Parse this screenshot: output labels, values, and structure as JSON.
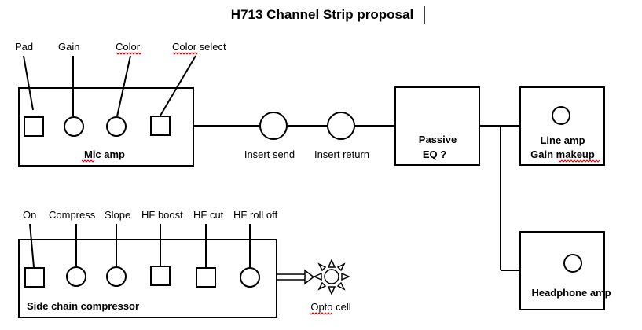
{
  "title": "H713 Channel Strip proposal",
  "mic_amp": {
    "box_label": "Mic amp",
    "controls": [
      "Pad",
      "Gain",
      "Color",
      "Color select"
    ]
  },
  "insert_send": "Insert send",
  "insert_return": "Insert return",
  "passive_eq": {
    "line1": "Passive",
    "line2": "EQ ?"
  },
  "line_amp": {
    "line1": "Line amp",
    "line2": "Gain makeup"
  },
  "headphone_amp": "Headphone amp",
  "compressor": {
    "box_label": "Side chain compressor",
    "controls": [
      "On",
      "Compress",
      "Slope",
      "HF boost",
      "HF cut",
      "HF roll off"
    ]
  },
  "opto_cell": "Opto cell",
  "colors": {
    "ink": "#000000",
    "spellcheck": "#d00000"
  }
}
